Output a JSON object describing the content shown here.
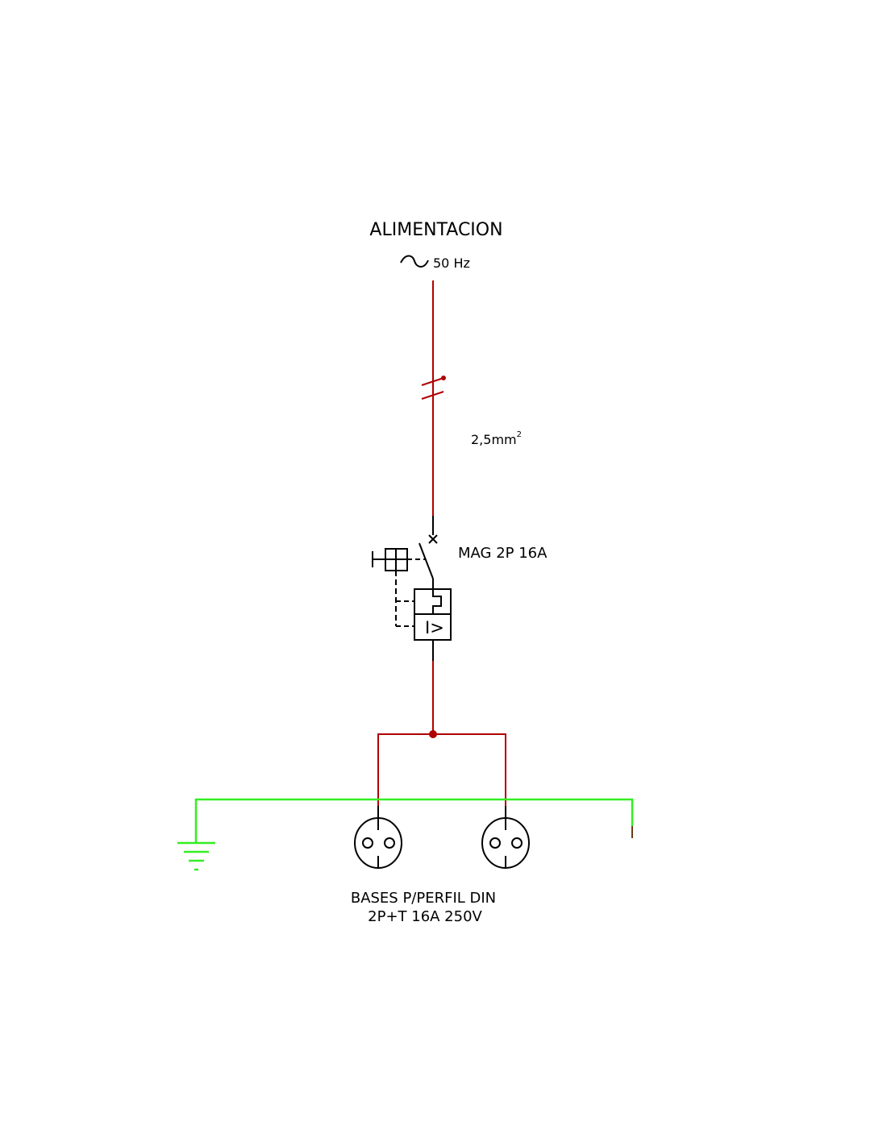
{
  "title": "ALIMENTACION",
  "supply": {
    "frequency": "50 Hz",
    "icon": "ac-sine-icon"
  },
  "cable": {
    "section": "2,5mm",
    "superscript": "2"
  },
  "breaker": {
    "label": "MAG 2P 16A",
    "symbol_text": "I>"
  },
  "sockets": {
    "line1": "BASES P/PERFIL DIN",
    "line2": "2P+T 16A 250V",
    "count": 2
  },
  "colors": {
    "phase": "#b00000",
    "earth": "#33ee22",
    "conductor": "#000000",
    "neutral_stub": "#6b3a1e"
  }
}
